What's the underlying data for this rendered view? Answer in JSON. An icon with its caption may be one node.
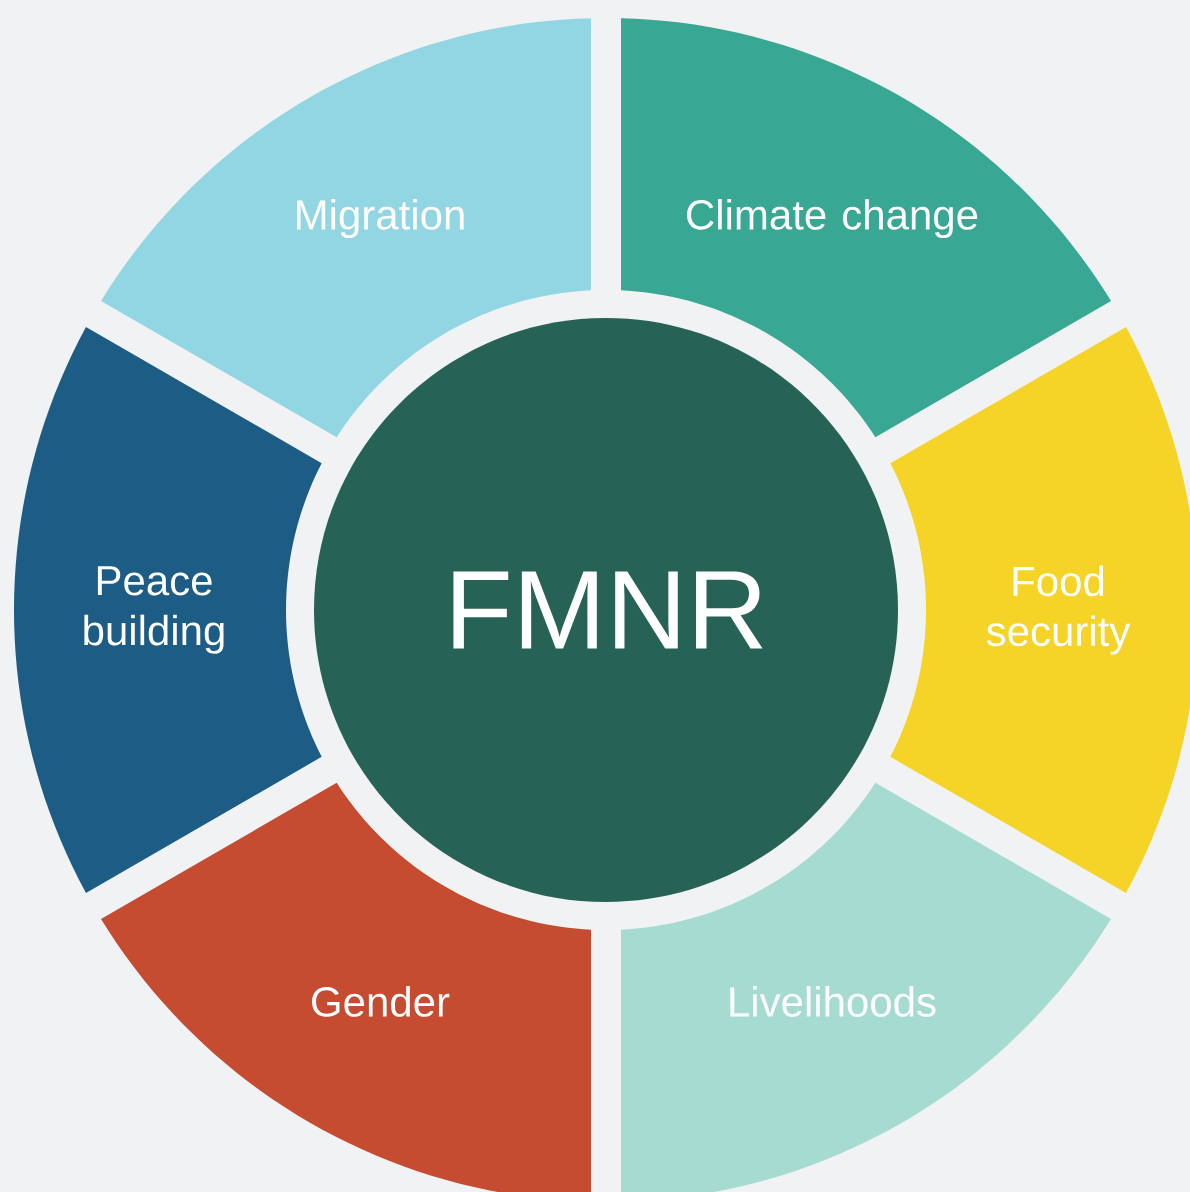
{
  "diagram": {
    "nodes": [
      {
        "text": [
          "FMNR"
        ]
      },
      {
        "text": [
          "Migration"
        ]
      },
      {
        "text": [
          "Climate change"
        ]
      },
      {
        "text": [
          "Peace building"
        ]
      },
      {
        "text": [
          "Food security"
        ]
      },
      {
        "text": [
          "Gender"
        ]
      },
      {
        "text": [
          "Livelihoods"
        ]
      }
    ]
  }
}
